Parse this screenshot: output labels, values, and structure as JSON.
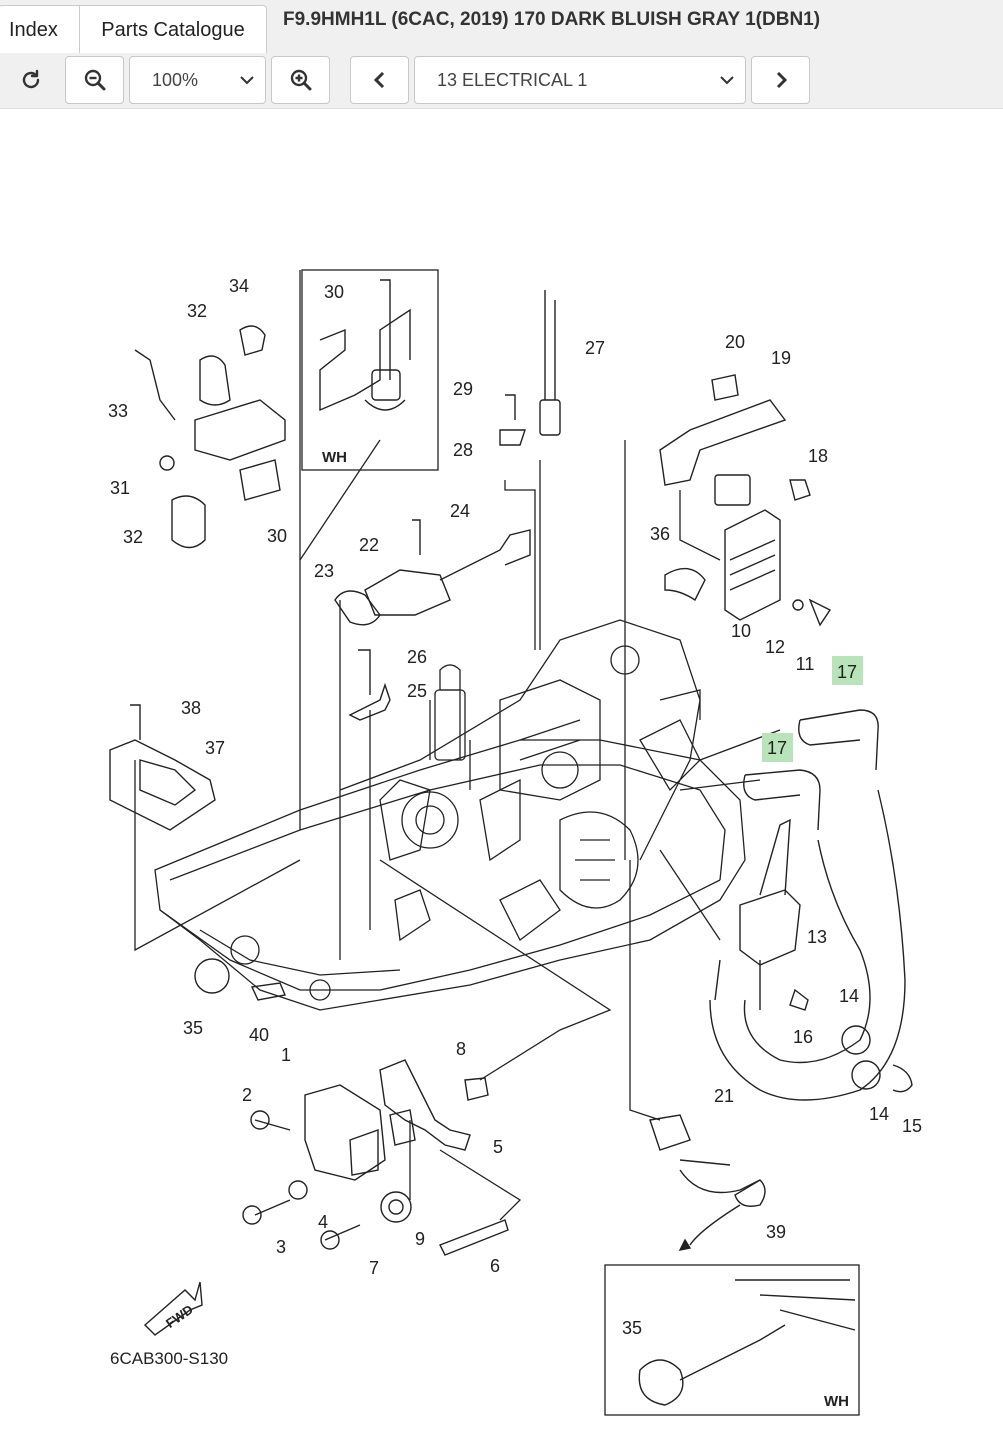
{
  "tabs": {
    "index": "Index",
    "parts": "Parts Catalogue"
  },
  "title": "F9.9HMH1L (6CAC, 2019) 170 DARK BLUISH GRAY 1(DBN1)",
  "toolbar": {
    "zoom": "100%",
    "section": "13 ELECTRICAL 1"
  },
  "diagram": {
    "code": "6CAB300-S130",
    "fwd": "FWD",
    "wh": "WH",
    "labels": {
      "l1": "1",
      "l2": "2",
      "l3": "3",
      "l4": "4",
      "l5": "5",
      "l6": "6",
      "l7": "7",
      "l8": "8",
      "l9": "9",
      "l10": "10",
      "l11": "11",
      "l12": "12",
      "l13": "13",
      "l14": "14",
      "l15": "15",
      "l16": "16",
      "l17": "17",
      "l18": "18",
      "l19": "19",
      "l20": "20",
      "l21": "21",
      "l22": "22",
      "l23": "23",
      "l24": "24",
      "l25": "25",
      "l26": "26",
      "l27": "27",
      "l28": "28",
      "l29": "29",
      "l30": "30",
      "l31": "31",
      "l32": "32",
      "l33": "33",
      "l34": "34",
      "l35": "35",
      "l36": "36",
      "l37": "37",
      "l38": "38",
      "l39": "39",
      "l40": "40"
    }
  }
}
